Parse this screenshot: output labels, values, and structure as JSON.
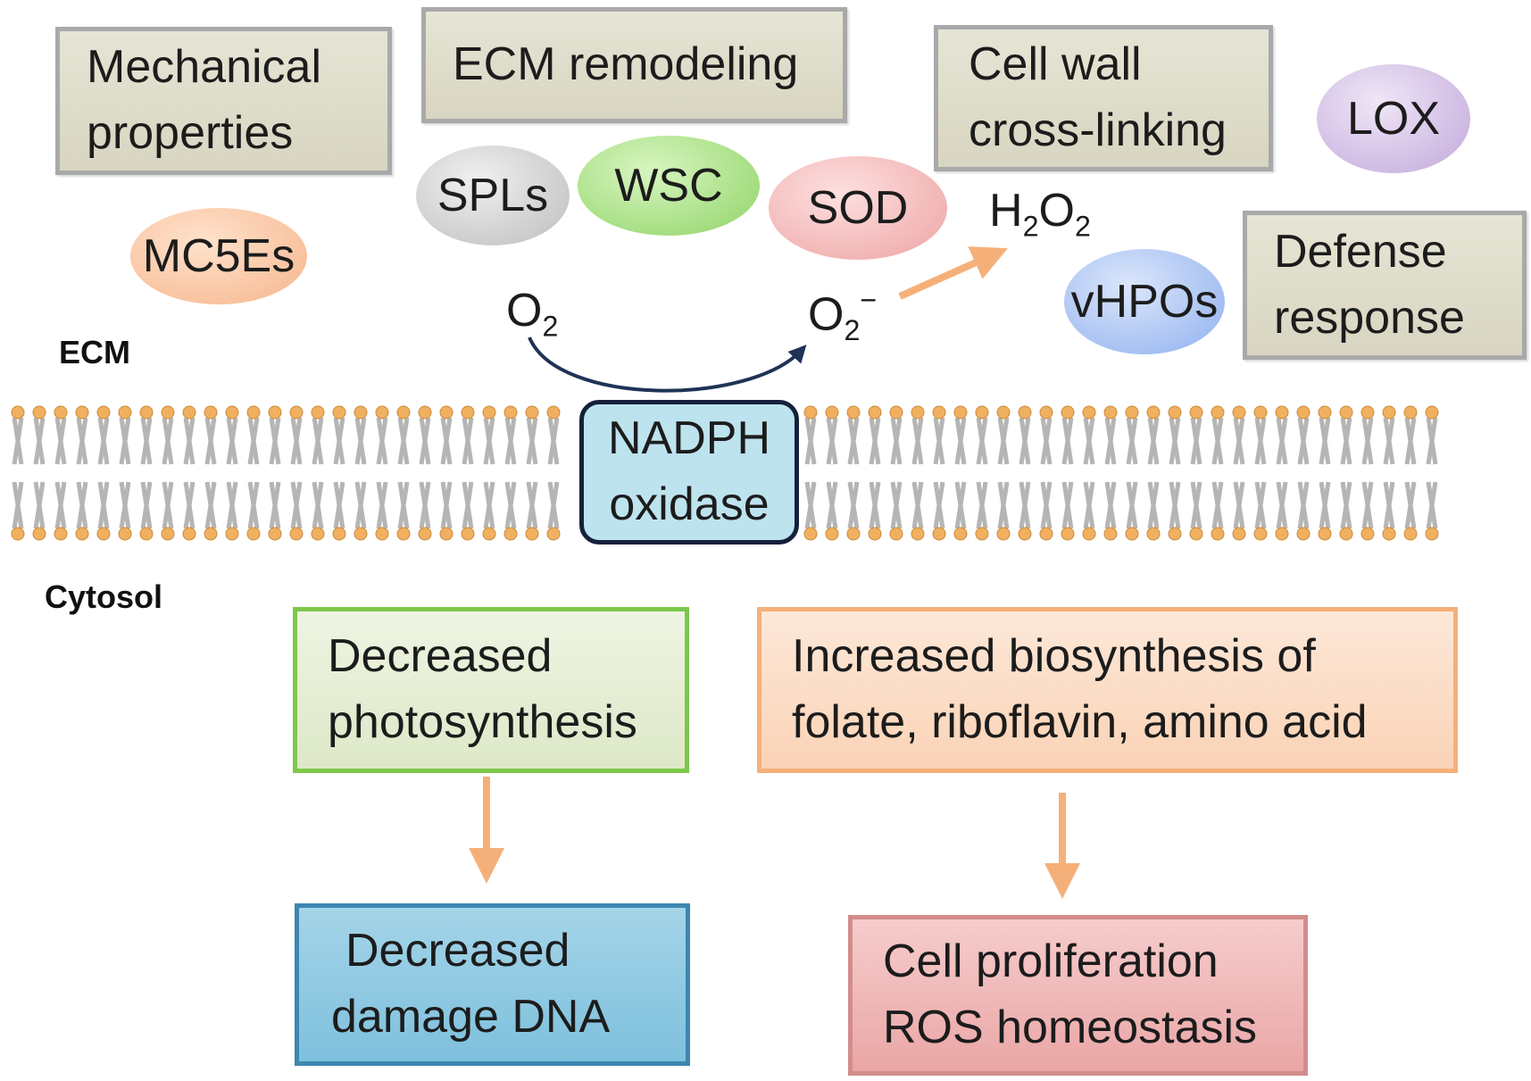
{
  "regions": {
    "ecm": "ECM",
    "cytosol": "Cytosol"
  },
  "boxes": {
    "mechanical": [
      "Mechanical",
      "properties"
    ],
    "ecm_remodeling": [
      "ECM remodeling"
    ],
    "cell_wall": [
      "Cell wall",
      "cross-linking"
    ],
    "defense": [
      "Defense",
      "response"
    ],
    "nadph": [
      "NADPH",
      "oxidase"
    ],
    "photosynthesis": [
      "Decreased",
      "photosynthesis"
    ],
    "biosynthesis": [
      "Increased biosynthesis of",
      "folate, riboflavin, amino acid"
    ],
    "dna": [
      "Decreased",
      "damage DNA"
    ],
    "proliferation": [
      "Cell proliferation",
      "ROS homeostasis"
    ]
  },
  "enzymes": {
    "mc5es": "MC5Es",
    "spls": "SPLs",
    "wsc": "WSC",
    "sod": "SOD",
    "lox": "LOX",
    "vhpos": "vHPOs"
  },
  "molecules": {
    "o2": {
      "base": "O",
      "sub": "2"
    },
    "superoxide": {
      "base": "O",
      "sub": "2",
      "sup": "−"
    },
    "h2o2": {
      "a": "H",
      "sub1": "2",
      "b": "O",
      "sub2": "2"
    }
  },
  "colors": {
    "box_border_grey": "#a9a9a9",
    "arrow_orange": "#f5b07a",
    "arrow_dark": "#1f3356",
    "lipid_head": "#f0b060",
    "lipid_tail": "#b5b5b5"
  }
}
